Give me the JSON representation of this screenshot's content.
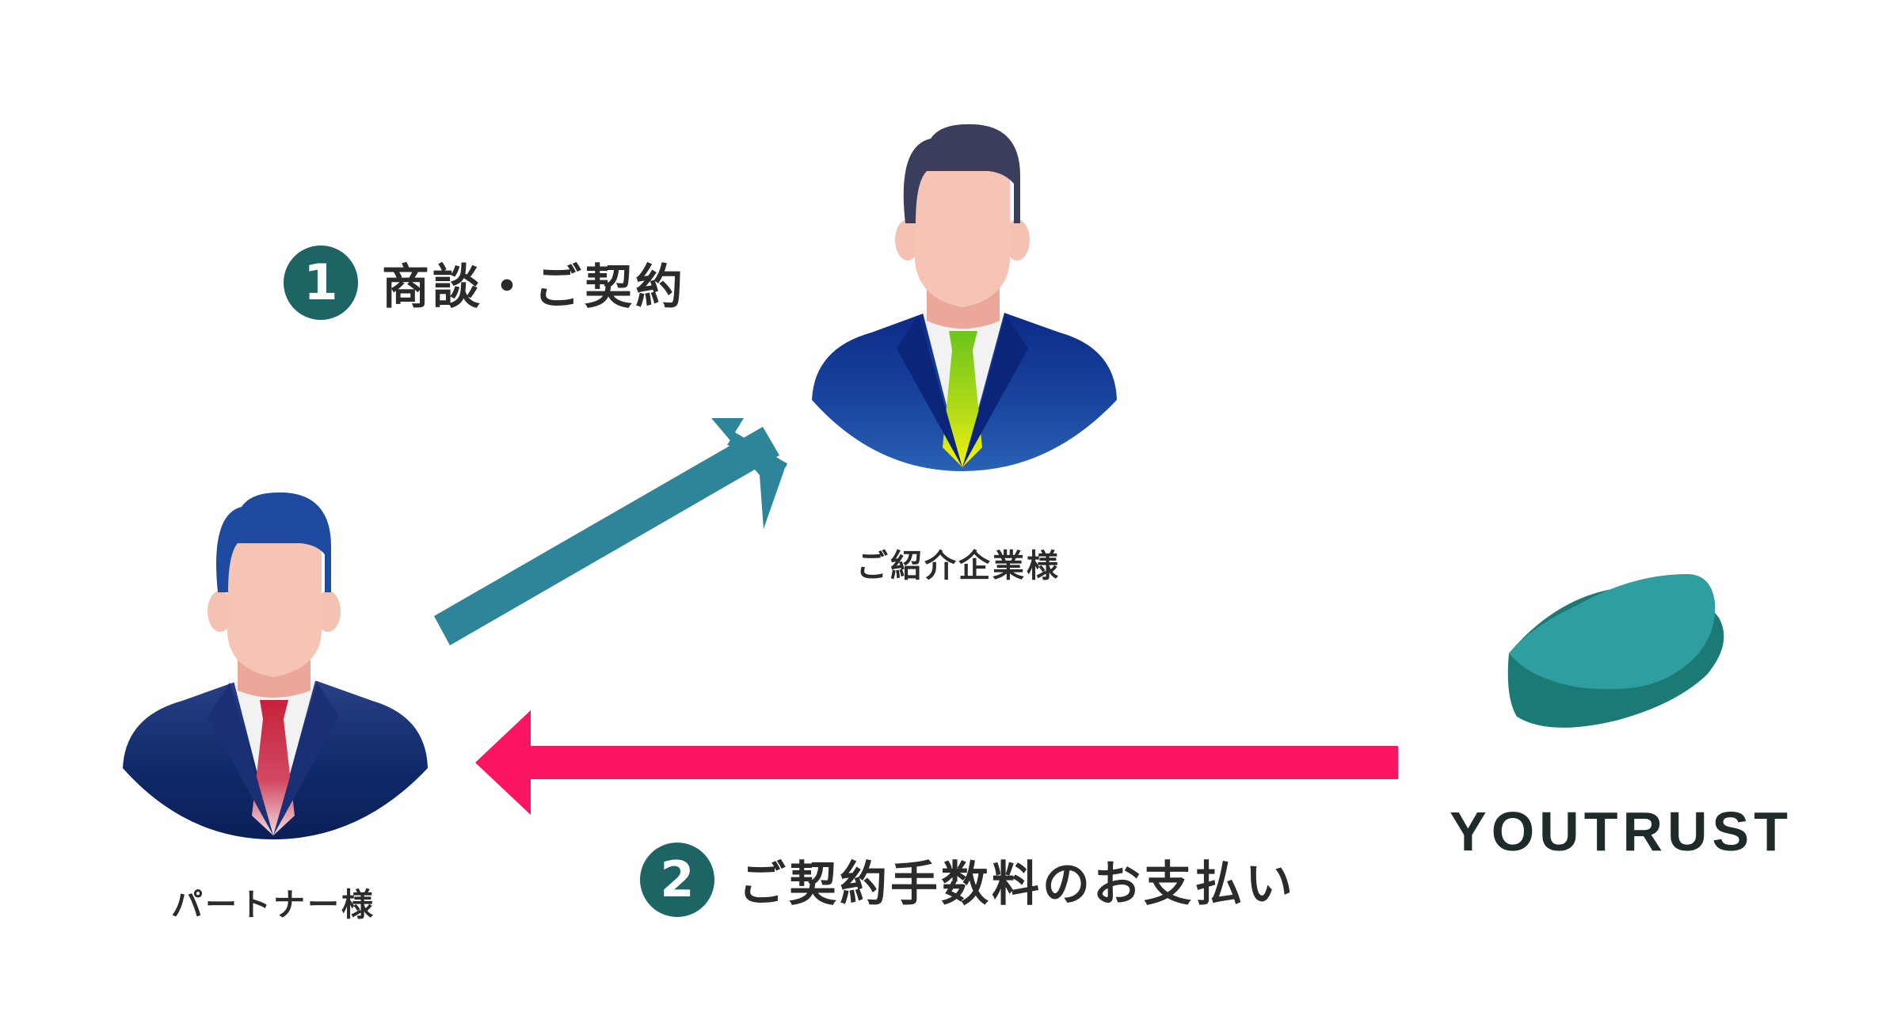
{
  "steps": [
    {
      "number": "1",
      "label": "商談・ご契約",
      "badge_color": "#1e6464"
    },
    {
      "number": "2",
      "label": "ご契約手数料のお支払い",
      "badge_color": "#1e6464"
    }
  ],
  "nodes": {
    "partner": {
      "label": "パートナー様",
      "tie_color": "#c8213a",
      "hair_color": "#1e4aa0"
    },
    "company": {
      "label": "ご紹介企業様",
      "tie_color": "#a6d81e",
      "hair_color": "#3a3d5c"
    },
    "youtrust": {
      "brand": "YOUTRUST",
      "logo_colors": [
        "#2f9ea0",
        "#1c7a74"
      ]
    }
  },
  "edges": [
    {
      "from": "partner",
      "to": "company",
      "step": "1",
      "color": "#2e8599"
    },
    {
      "from": "youtrust",
      "to": "partner",
      "step": "2",
      "color": "#fb1462"
    }
  ]
}
